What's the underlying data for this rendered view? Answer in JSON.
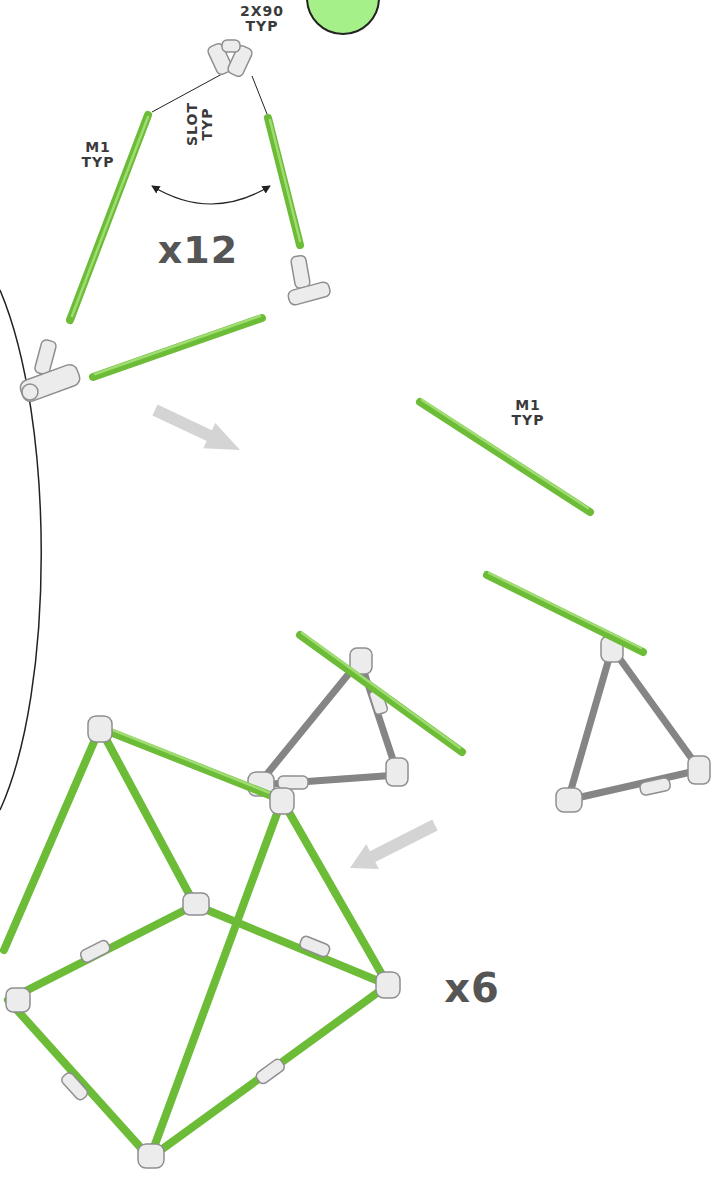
{
  "diagram": {
    "labels": [
      "2X90 TYP",
      "M1 TYP",
      "SLOT TYP",
      "x12",
      "M1 TYP",
      "x6"
    ]
  }
}
